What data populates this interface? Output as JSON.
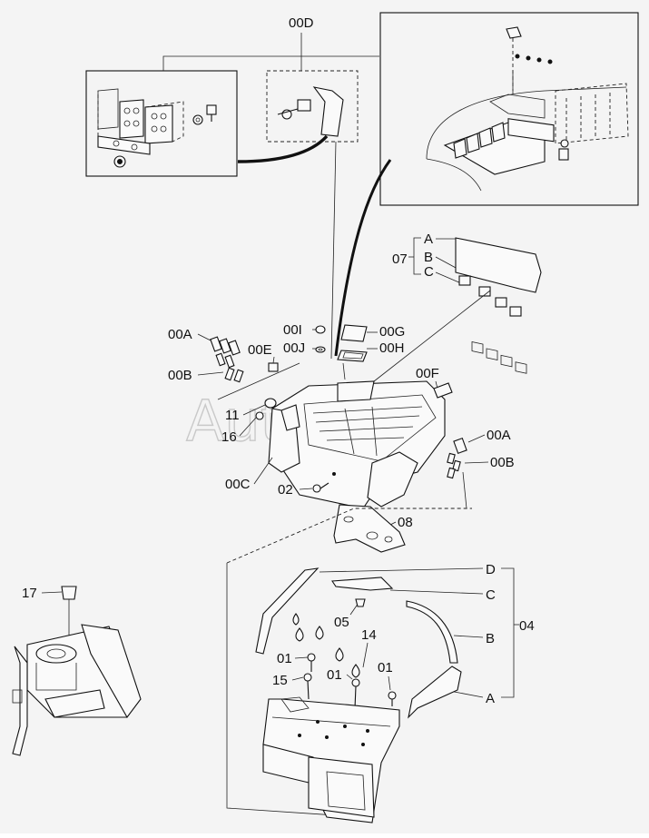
{
  "watermark": "AutoSoft",
  "labels": {
    "l00D": "00D",
    "l07": "07",
    "l07A": "A",
    "l07B": "B",
    "l07C": "C",
    "l00A_top": "00A",
    "l00B_top": "00B",
    "l00E": "00E",
    "l00I": "00I",
    "l00J": "00J",
    "l00G": "00G",
    "l00H": "00H",
    "l00F": "00F",
    "l11": "11",
    "l16": "16",
    "l00A_right": "00A",
    "l00B_right": "00B",
    "l00C": "00C",
    "l02": "02",
    "l08": "08",
    "l17": "17",
    "l04": "04",
    "l04D": "D",
    "l04C": "C",
    "l04B": "B",
    "l04A": "A",
    "l05": "05",
    "l14": "14",
    "l01a": "01",
    "l01b": "01",
    "l01c": "01",
    "l15": "15"
  }
}
